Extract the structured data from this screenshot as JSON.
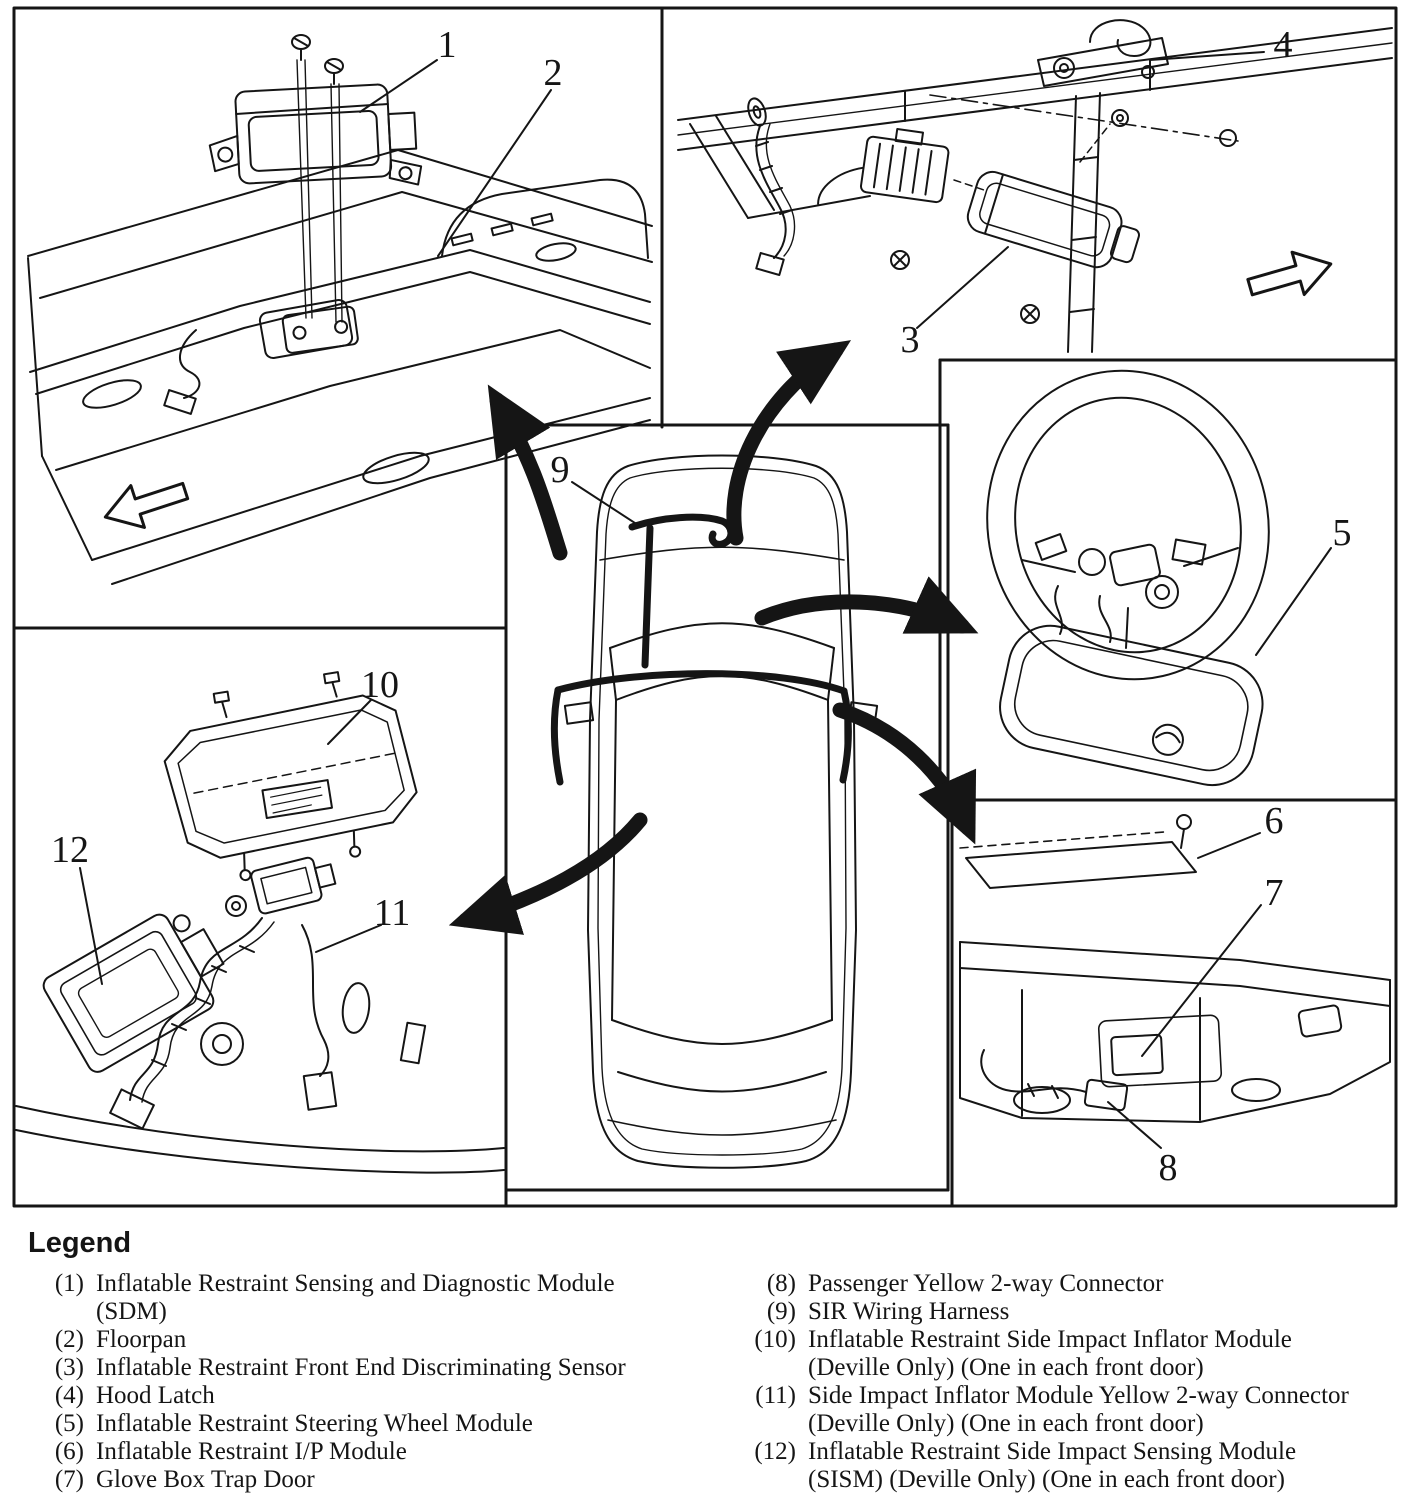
{
  "diagram": {
    "callouts": [
      "1",
      "2",
      "3",
      "4",
      "5",
      "6",
      "7",
      "8",
      "9",
      "10",
      "11",
      "12"
    ]
  },
  "legend": {
    "heading": "Legend",
    "left": [
      {
        "num": "(1)",
        "text": "Inflatable Restraint Sensing and Diagnostic Module\n(SDM)"
      },
      {
        "num": "(2)",
        "text": "Floorpan"
      },
      {
        "num": "(3)",
        "text": "Inflatable Restraint Front End Discriminating Sensor"
      },
      {
        "num": "(4)",
        "text": "Hood Latch"
      },
      {
        "num": "(5)",
        "text": "Inflatable Restraint Steering Wheel Module"
      },
      {
        "num": "(6)",
        "text": "Inflatable Restraint I/P Module"
      },
      {
        "num": "(7)",
        "text": "Glove Box Trap Door"
      }
    ],
    "right": [
      {
        "num": "(8)",
        "text": "Passenger Yellow 2-way Connector"
      },
      {
        "num": "(9)",
        "text": "SIR Wiring Harness"
      },
      {
        "num": "(10)",
        "text": "Inflatable Restraint Side Impact Inflator Module\n(Deville Only) (One in each front door)"
      },
      {
        "num": "(11)",
        "text": "Side Impact Inflator Module Yellow 2-way Connector\n(Deville Only) (One in each front door)"
      },
      {
        "num": "(12)",
        "text": "Inflatable Restraint Side Impact Sensing Module\n(SISM) (Deville Only) (One in each front door)"
      }
    ]
  }
}
